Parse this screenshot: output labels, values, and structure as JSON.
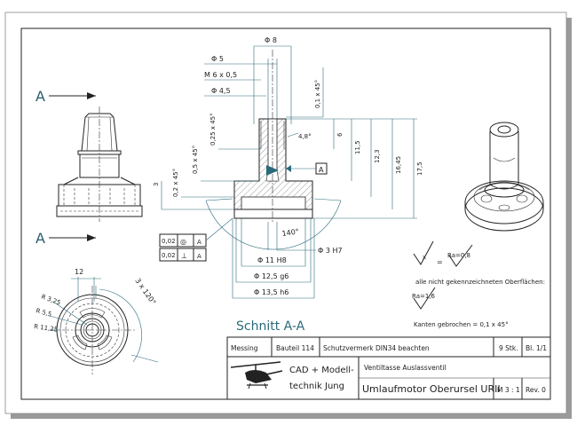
{
  "sheet": {
    "border_color": "#222222",
    "dim_color": "#2a6a7a",
    "shadow_color": "#9a9a9a"
  },
  "views": {
    "section_marker_top": "A",
    "section_marker_bottom": "A",
    "section_title": "Schnitt A-A"
  },
  "dimensions": {
    "d8": "Φ 8",
    "d5": "Φ 5",
    "m6": "M 6 x 0,5",
    "d45": "Φ 4,5",
    "chamfer_01": "0,1 x 45°",
    "chamfer_025": "0,25 x 45°",
    "angle_48": "4,8°",
    "len_6": "6",
    "len_115": "11,5",
    "len_123": "12,3",
    "len_1645": "16,45",
    "len_175": "17,5",
    "chamfer_02": "0,2 x 45°",
    "chamfer_05": "0,5 x 45°",
    "len_3": "3",
    "datum_a": "A",
    "angle_140": "140°",
    "d3h7": "Φ 3 H7",
    "d11h8": "Φ 11 H8",
    "d125g6": "Φ 12,5 g6",
    "d135h6": "Φ 13,5 h6",
    "width_12": "12",
    "r325": "R 3,25",
    "r55": "R 5,5",
    "r1125": "R 11,25",
    "pattern": "3 x 120°"
  },
  "tolerances": [
    {
      "value": "0,02",
      "symbol": "◎",
      "datum": "A"
    },
    {
      "value": "0,02",
      "symbol": "⊥",
      "datum": "A"
    }
  ],
  "surface": {
    "symbol_x": "x",
    "equals": "=",
    "ra_08": "Ra=0,8",
    "note": "alle nicht gekennzeichneten Oberflächen:",
    "ra_16": "Ra=1,6",
    "edges": "Kanten gebrochen = 0,1 x 45°"
  },
  "title_block": {
    "material": "Messing",
    "part": "Bauteil 114",
    "protection": "Schutzvermerk DIN34 beachten",
    "qty": "9 Stk.",
    "sheet_no": "Bl. 1/1",
    "company_line1": "CAD + Modell-",
    "company_line2": "technik Jung",
    "subtitle": "Ventiltasse Auslassventil",
    "title": "Umlaufmotor Oberursel URII",
    "scale": "M 3 : 1",
    "revision": "Rev. 0"
  }
}
